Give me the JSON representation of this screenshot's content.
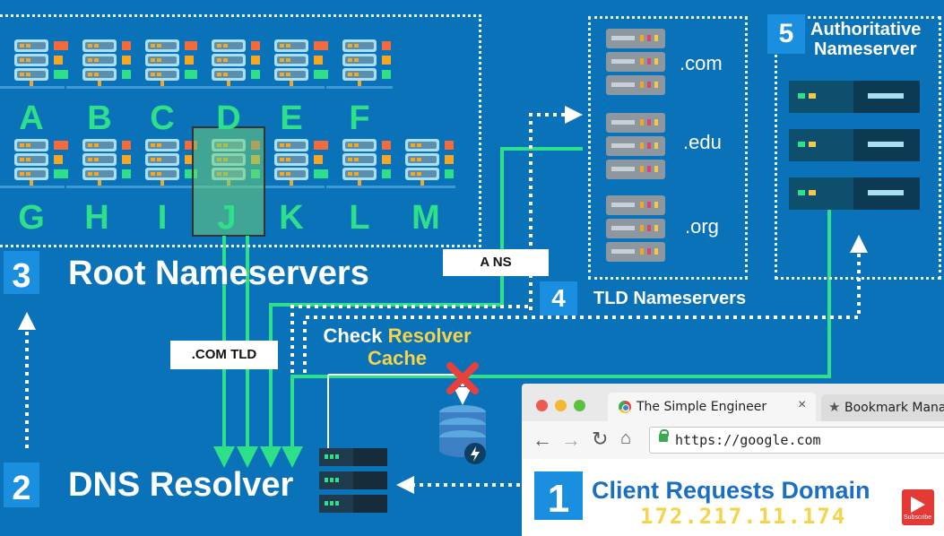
{
  "root": {
    "number": "3",
    "title": "Root Nameservers",
    "letters_top": [
      "A",
      "B",
      "C",
      "D",
      "E",
      "F"
    ],
    "letters_bottom": [
      "G",
      "H",
      "I",
      "J",
      "K",
      "L",
      "M"
    ]
  },
  "tld": {
    "number": "4",
    "title": "TLD Nameservers",
    "domains": [
      ".com",
      ".edu",
      ".org"
    ]
  },
  "authoritative": {
    "number": "5",
    "title_line1": "Authoritative",
    "title_line2": "Nameserver"
  },
  "resolver": {
    "number": "2",
    "title": "DNS Resolver"
  },
  "cache": {
    "line1_a": "Check ",
    "line1_b": "Resolver",
    "line2": "Cache"
  },
  "labels": {
    "a_ns": "A NS",
    "com_tld": ".COM TLD"
  },
  "client": {
    "number": "1",
    "title": "Client Requests Domain",
    "ip": "172.217.11.174",
    "subscribe": "Subscribe"
  },
  "browser": {
    "tab_active": "The Simple Engineer",
    "tab_close": "×",
    "tab_other": "Bookmark Manag",
    "url": "https://google.com"
  },
  "colors": {
    "background": "#0a72b8",
    "green": "#2ee08a",
    "yellow": "#f5d34a",
    "number_box": "#1a8fe0"
  }
}
